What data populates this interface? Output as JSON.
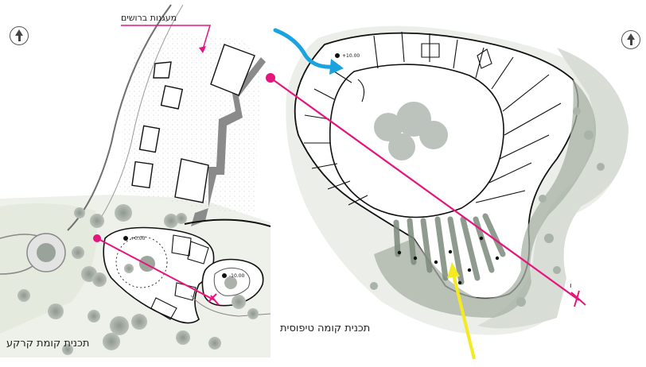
{
  "labels": {
    "ground_floor_plan": "תכנית קומת קרקע",
    "typical_floor_plan": "תכנית קומה טיפוסית",
    "bicycle_parking": "מעגנות ברושים"
  },
  "level_marks": {
    "typical_upper": "+10.00",
    "ground_center": "+0.00",
    "ground_right": "-10.00"
  },
  "icons": {
    "north_left": "north-arrow-icon",
    "north_right": "north-arrow-icon"
  },
  "colors": {
    "section_line": "#e6157e",
    "flow_arrow_blue": "#1aa3e0",
    "flow_arrow_yellow": "#f3ea22",
    "walls": "#111111",
    "vegetation": "#9aa59a"
  }
}
